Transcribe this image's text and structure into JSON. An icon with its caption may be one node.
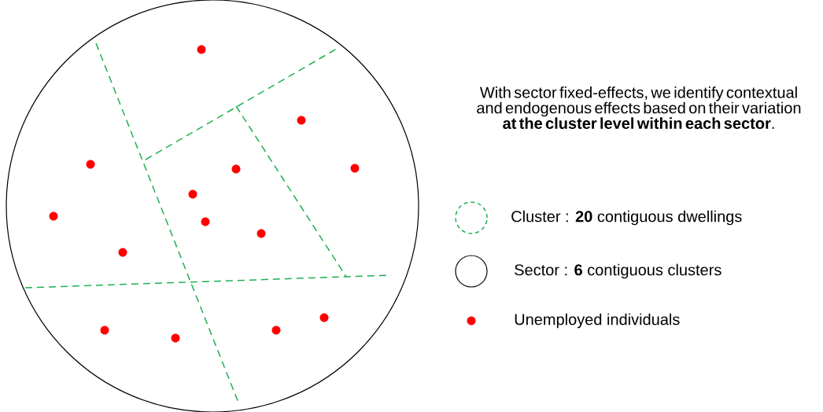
{
  "diagram": {
    "labels": [
      "With sector fixed-effects, we identify contextual and endogenous effects based on their variation **at the cluster level within each sector**."
    ],
    "legend": [
      {
        "text": "Cluster : **20** contiguous dwellings"
      },
      {
        "text": "Sector : **6** contiguous clusters"
      },
      {
        "text": "Unemployed individuals"
      }
    ]
  }
}
